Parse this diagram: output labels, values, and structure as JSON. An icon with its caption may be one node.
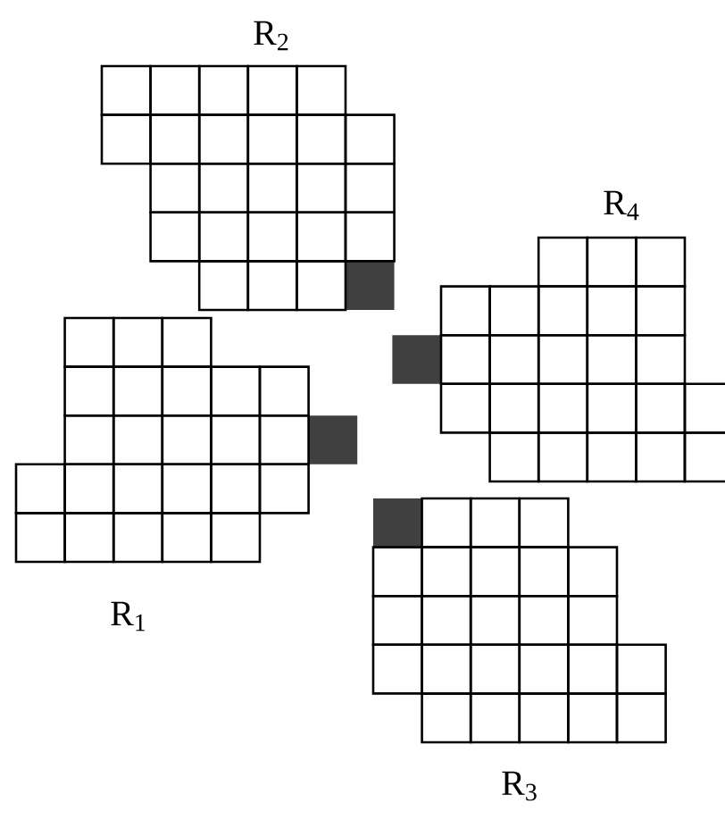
{
  "diagram": {
    "labels": [
      "R$_{2}$",
      "R$_{4}$",
      "R$_{1}$",
      "R$_{3}$"
    ]
  }
}
